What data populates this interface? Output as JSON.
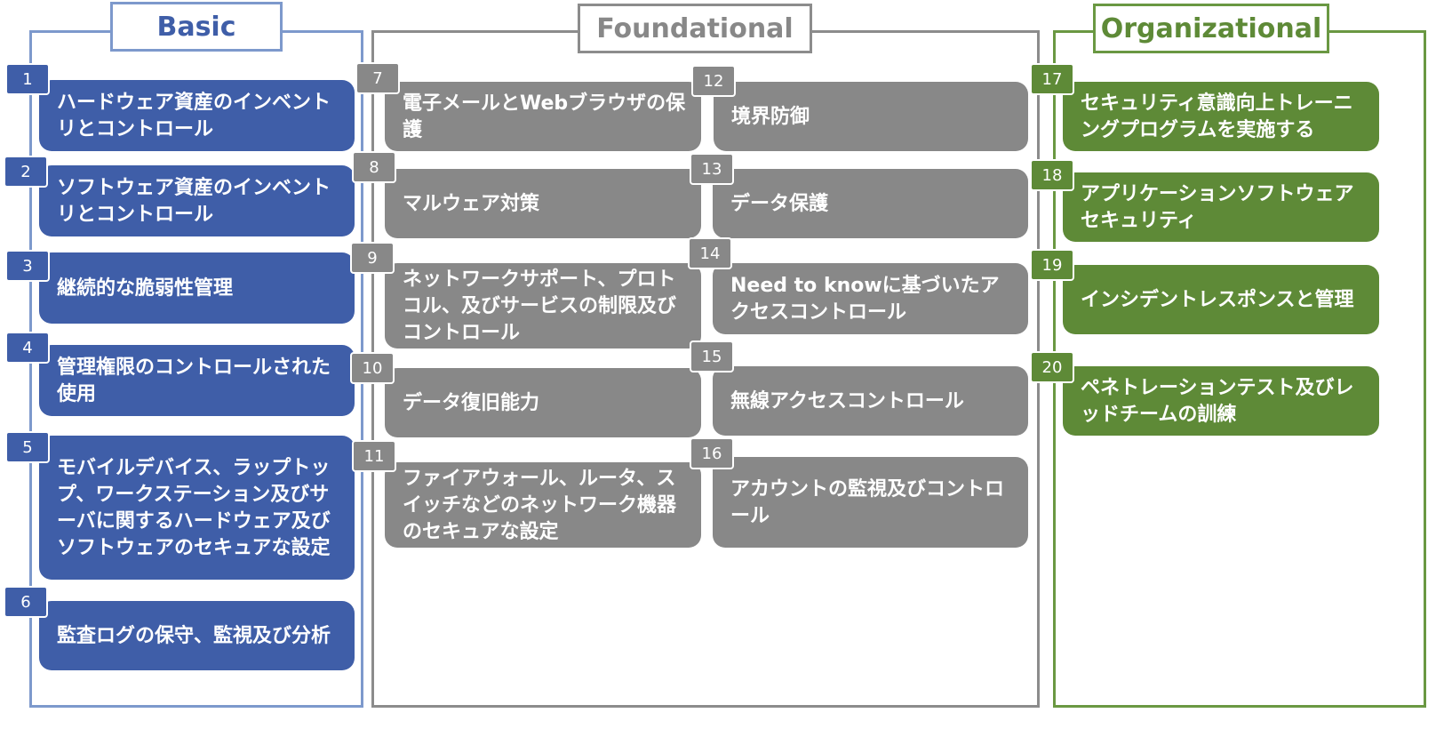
{
  "colors": {
    "basic": "#3f5ea8",
    "basic_frame": "#7d99cc",
    "foundational": "#888888",
    "foundational_frame": "#8c8c8c",
    "organizational": "#5e8a37",
    "organizational_frame": "#6a9842"
  },
  "groups": {
    "basic": {
      "title": "Basic"
    },
    "foundational": {
      "title": "Foundational"
    },
    "organizational": {
      "title": "Organizational"
    }
  },
  "controls": [
    {
      "num": "1",
      "label": "ハードウェア資産のインベントリとコントロール"
    },
    {
      "num": "2",
      "label": "ソフトウェア資産のインベントリとコントロール"
    },
    {
      "num": "3",
      "label": "継続的な脆弱性管理"
    },
    {
      "num": "4",
      "label": "管理権限のコントロールされた使用"
    },
    {
      "num": "5",
      "label": "モバイルデバイス、ラップトップ、ワークステーション及びサーバに関するハードウェア及びソフトウェアのセキュアな設定"
    },
    {
      "num": "6",
      "label": "監査ログの保守、監視及び分析"
    },
    {
      "num": "7",
      "label": "電子メールとWebブラウザの保護"
    },
    {
      "num": "8",
      "label": "マルウェア対策"
    },
    {
      "num": "9",
      "label": "ネットワークサポート、プロトコル、及びサービスの制限及びコントロール"
    },
    {
      "num": "10",
      "label": "データ復旧能力"
    },
    {
      "num": "11",
      "label": "ファイアウォール、ルータ、スイッチなどのネットワーク機器のセキュアな設定"
    },
    {
      "num": "12",
      "label": "境界防御"
    },
    {
      "num": "13",
      "label": "データ保護"
    },
    {
      "num": "14",
      "label": "Need to knowに基づいたアクセスコントロール"
    },
    {
      "num": "15",
      "label": "無線アクセスコントロール"
    },
    {
      "num": "16",
      "label": "アカウントの監視及びコントロール"
    },
    {
      "num": "17",
      "label": "セキュリティ意識向上トレーニングプログラムを実施する"
    },
    {
      "num": "18",
      "label": "アプリケーションソフトウェアセキュリティ"
    },
    {
      "num": "19",
      "label": "インシデントレスポンスと管理"
    },
    {
      "num": "20",
      "label": "ペネトレーションテスト及びレッドチームの訓練"
    }
  ]
}
